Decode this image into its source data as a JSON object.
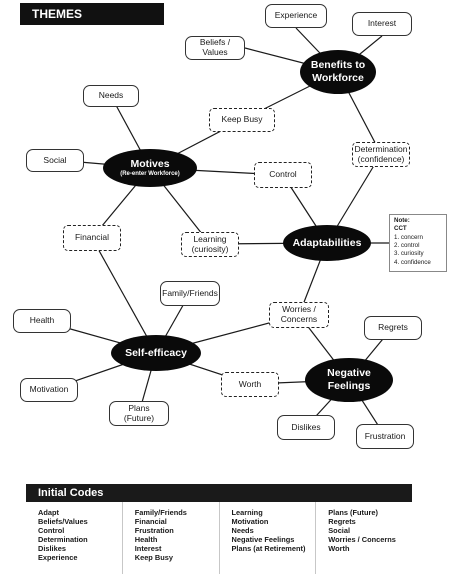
{
  "title": "THEMES",
  "themes": {
    "benefits": "Benefits to Workforce",
    "motives": "Motives",
    "motives_sub": "(Re-enter Workforce)",
    "adaptabilities": "Adaptabilities",
    "self_efficacy": "Self-efficacy",
    "negative_feelings": "Negative Feelings"
  },
  "codes_in_map": {
    "experience": "Experience",
    "interest": "Interest",
    "beliefs_values": "Beliefs / Values",
    "keep_busy": "Keep Busy",
    "needs": "Needs",
    "determination": "Determination (confidence)",
    "social": "Social",
    "control": "Control",
    "financial": "Financial",
    "learning": "Learning (curiosity)",
    "family_friends": "Family/Friends",
    "worries": "Worries / Concerns",
    "regrets": "Regrets",
    "health": "Health",
    "worth": "Worth",
    "motivation": "Motivation",
    "plans": "Plans (Future)",
    "dislikes": "Dislikes",
    "frustration": "Frustration"
  },
  "note": {
    "label": "Note:",
    "heading": "CCT",
    "items": [
      "1. concern",
      "2. control",
      "3. curiosity",
      "4. confidence"
    ]
  },
  "initial_codes": {
    "title": "Initial Codes",
    "columns": [
      [
        "Adapt",
        "Beliefs/Values",
        "Control",
        "Determination",
        "Dislikes",
        "Experience"
      ],
      [
        "Family/Friends",
        "Financial",
        "Frustration",
        "Health",
        "Interest",
        "Keep Busy"
      ],
      [
        "Learning",
        "Motivation",
        "Needs",
        "Negative Feelings",
        "Plans (at Retirement)"
      ],
      [
        "Plans (Future)",
        "Regrets",
        "Social",
        "Worries / Concerns",
        "Worth"
      ]
    ]
  }
}
